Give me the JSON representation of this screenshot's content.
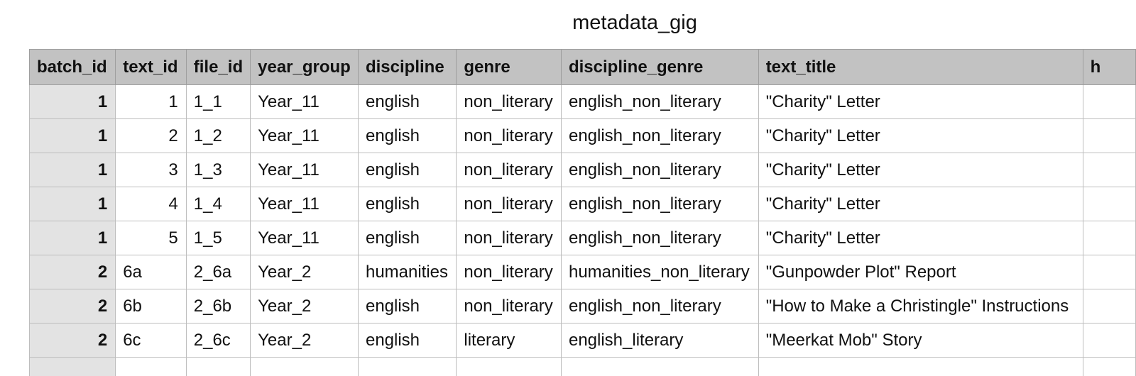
{
  "sheet": {
    "title": "metadata_gig"
  },
  "table": {
    "columns": [
      "batch_id",
      "text_id",
      "file_id",
      "year_group",
      "discipline",
      "genre",
      "discipline_genre",
      "text_title",
      "h"
    ],
    "rows": [
      [
        "1",
        "1",
        "1_1",
        "Year_11",
        "english",
        "non_literary",
        "english_non_literary",
        "\"Charity\" Letter",
        ""
      ],
      [
        "1",
        "2",
        "1_2",
        "Year_11",
        "english",
        "non_literary",
        "english_non_literary",
        "\"Charity\" Letter",
        ""
      ],
      [
        "1",
        "3",
        "1_3",
        "Year_11",
        "english",
        "non_literary",
        "english_non_literary",
        "\"Charity\" Letter",
        ""
      ],
      [
        "1",
        "4",
        "1_4",
        "Year_11",
        "english",
        "non_literary",
        "english_non_literary",
        "\"Charity\" Letter",
        ""
      ],
      [
        "1",
        "5",
        "1_5",
        "Year_11",
        "english",
        "non_literary",
        "english_non_literary",
        "\"Charity\" Letter",
        ""
      ],
      [
        "2",
        "6a",
        "2_6a",
        "Year_2",
        "humanities",
        "non_literary",
        "humanities_non_literary",
        "\"Gunpowder Plot\" Report",
        ""
      ],
      [
        "2",
        "6b",
        "2_6b",
        "Year_2",
        "english",
        "non_literary",
        "english_non_literary",
        "\"How to Make a Christingle\" Instructions",
        ""
      ],
      [
        "2",
        "6c",
        "2_6c",
        "Year_2",
        "english",
        "literary",
        "english_literary",
        "\"Meerkat Mob\" Story",
        ""
      ],
      [
        "",
        "",
        "",
        "",
        "",
        "",
        "",
        "",
        ""
      ]
    ]
  },
  "colors": {
    "header_bg": "#c2c2c2",
    "batch_col_bg": "#e3e3e3",
    "grid": "#bdbdbd"
  }
}
